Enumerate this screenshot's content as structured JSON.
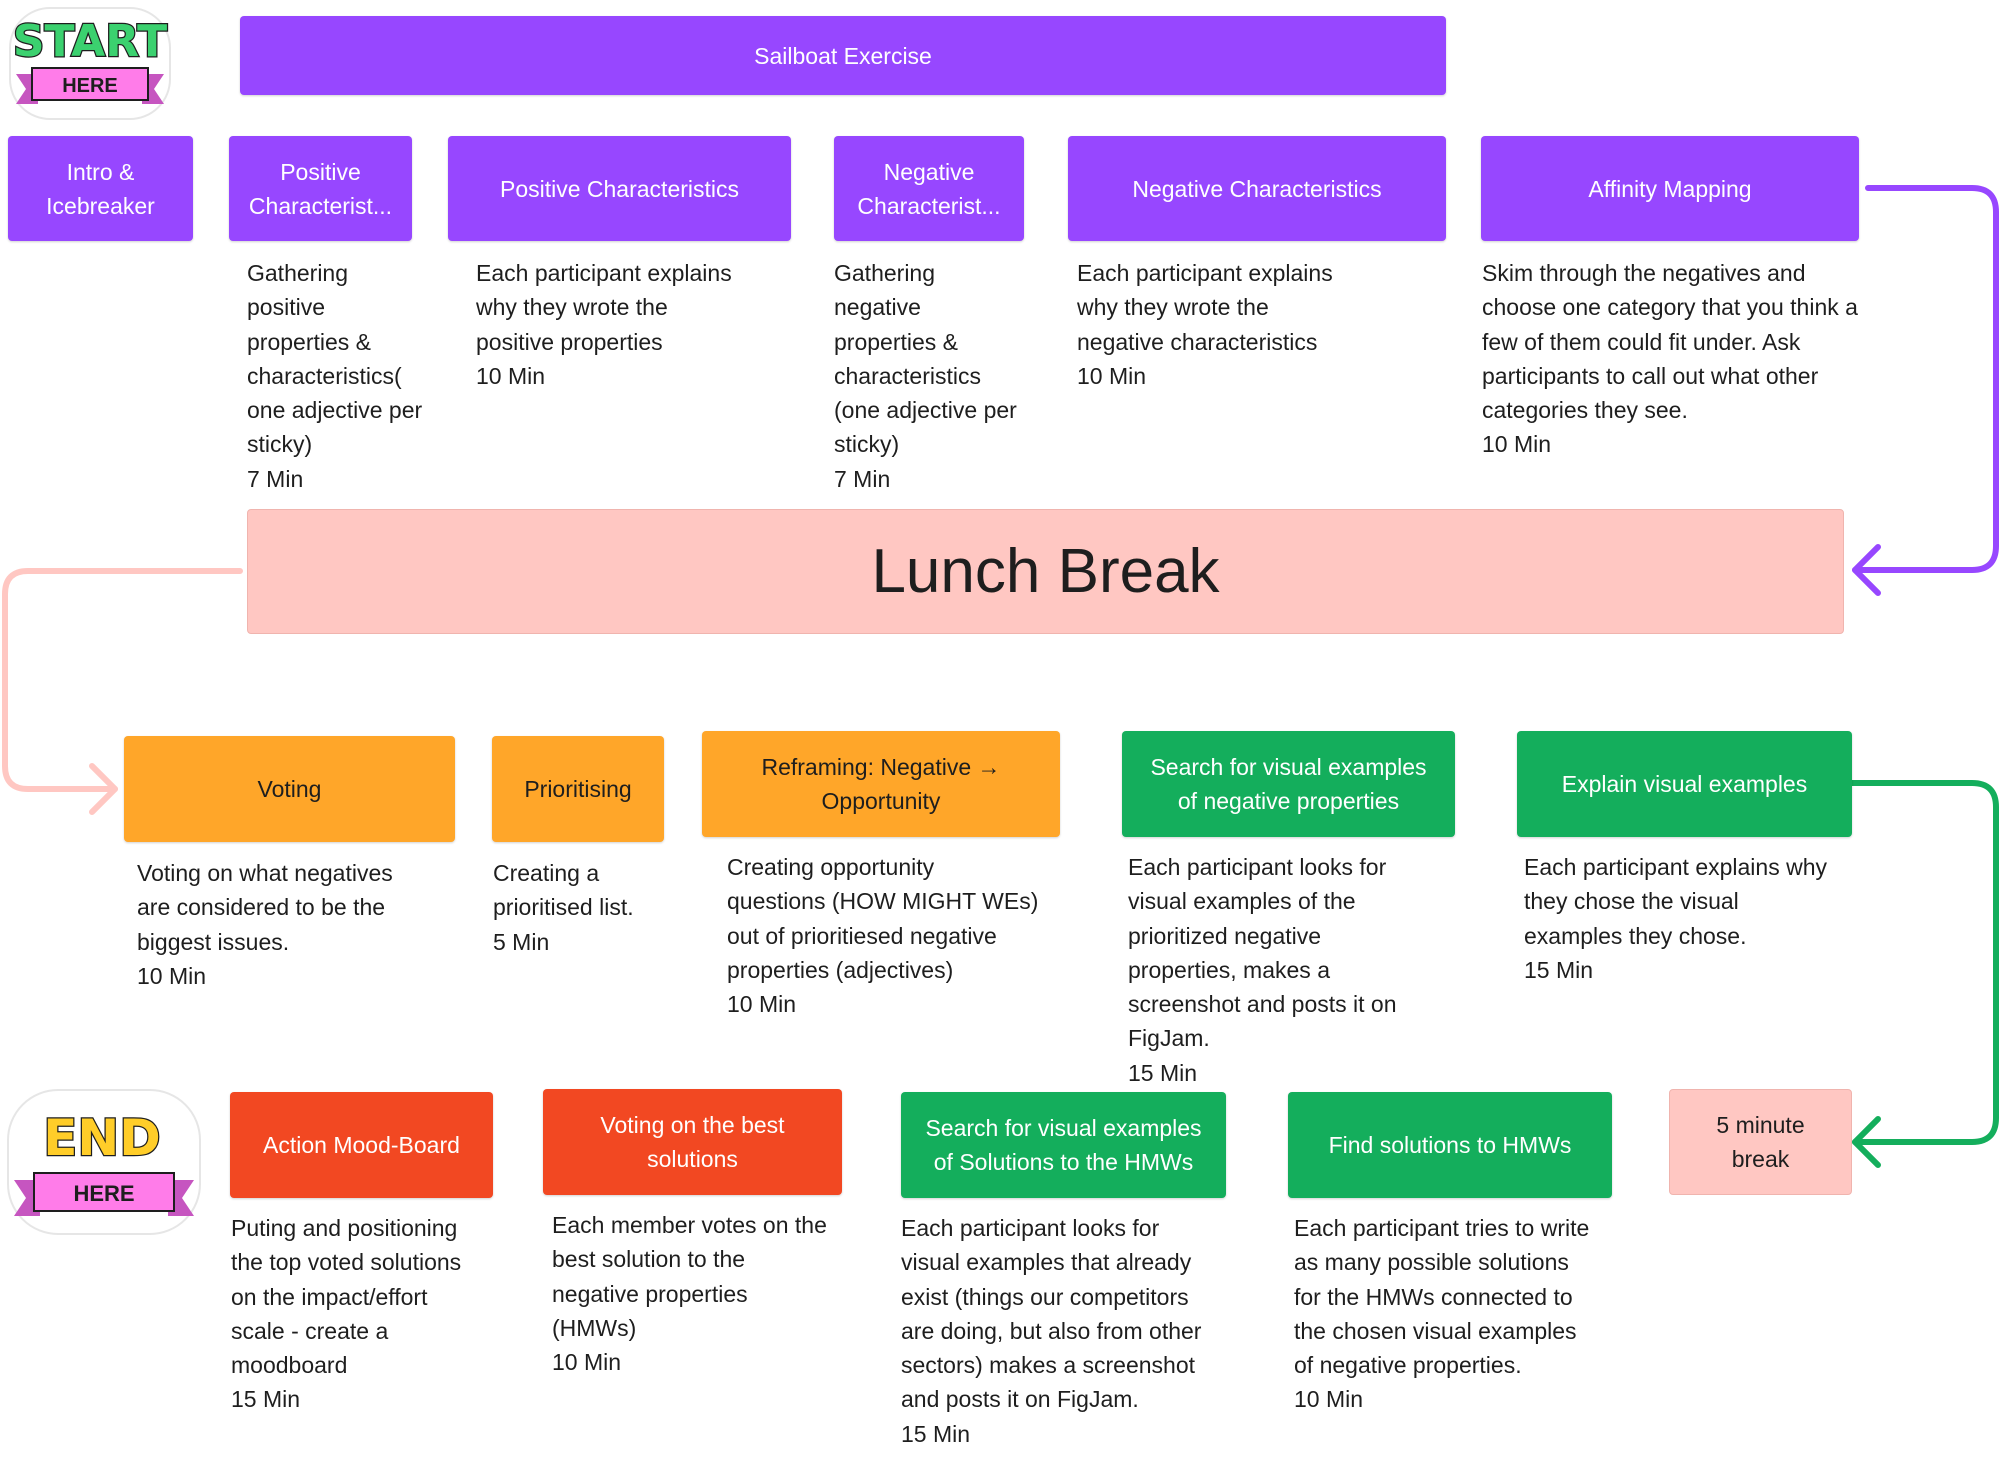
{
  "header": {
    "title": "Sailboat Exercise"
  },
  "stickers": {
    "start_word": "START",
    "start_tag": "HERE",
    "end_word": "END",
    "end_tag": "HERE"
  },
  "row1": [
    {
      "title": "Intro &\nIcebreaker",
      "desc": ""
    },
    {
      "title": "Positive\nCharacterist...",
      "desc": "Gathering\npositive\nproperties &\ncharacteristics(\none adjective per\nsticky)\n7 Min"
    },
    {
      "title": "Positive Characteristics",
      "desc": "Each participant explains\nwhy they wrote the\npositive properties\n10 Min"
    },
    {
      "title": "Negative\nCharacterist...",
      "desc": "Gathering\nnegative\nproperties &\ncharacteristics\n(one adjective per\nsticky)\n7 Min"
    },
    {
      "title": "Negative Characteristics",
      "desc": "Each participant explains\nwhy they wrote the\nnegative characteristics\n10 Min"
    },
    {
      "title": "Affinity Mapping",
      "desc": "Skim through the negatives and\nchoose one category that you think a\nfew of them could fit under. Ask\nparticipants to call out what other\ncategories they see.\n10 Min"
    }
  ],
  "lunch": {
    "title": "Lunch Break"
  },
  "row2": [
    {
      "title": "Voting",
      "desc": "Voting on what negatives\nare considered to be the\nbiggest issues.\n10 Min"
    },
    {
      "title": "Prioritising",
      "desc": "Creating a\nprioritised list.\n5 Min"
    },
    {
      "title": "Reframing: Negative →\nOpportunity",
      "desc": "Creating opportunity\nquestions (HOW MIGHT WEs)\nout of prioritiesed negative\nproperties (adjectives)\n10 Min"
    },
    {
      "title": "Search for visual examples\nof negative properties",
      "desc": "Each participant looks for\nvisual examples of the\nprioritized negative\nproperties,  makes a\nscreenshot and posts it on\nFigJam.\n15 Min"
    },
    {
      "title": "Explain visual examples",
      "desc": "Each participant explains why\nthey chose the visual\nexamples they chose.\n15 Min"
    }
  ],
  "row3": [
    {
      "title": "Action Mood-Board",
      "desc": "Puting and positioning\nthe top voted solutions\non the impact/effort\nscale - create a\nmoodboard\n15 Min"
    },
    {
      "title": "Voting on the best\nsolutions",
      "desc": "Each member votes on the\nbest solution to the\nnegative properties\n(HMWs)\n10 Min"
    },
    {
      "title": "Search for visual examples\nof Solutions to the HMWs",
      "desc": "Each participant looks for\nvisual examples that already\nexist (things our competitors\nare doing, but also from other\nsectors) makes a screenshot\nand posts it on FigJam.\n15 Min"
    },
    {
      "title": "Find solutions to HMWs",
      "desc": "Each participant tries to write\nas many possible solutions\nfor the HMWs connected to\nthe chosen visual examples\nof negative properties.\n10 Min"
    },
    {
      "title": "5 minute\nbreak",
      "desc": ""
    }
  ],
  "colors": {
    "purple": "#9747ff",
    "orange": "#ffa629",
    "green": "#14ae5c",
    "red": "#f24822",
    "pink": "#ffc7c2",
    "sticker_green": "#3bd16f",
    "sticker_yellow": "#ffcd29",
    "ribbon": "#ff7ce9"
  }
}
